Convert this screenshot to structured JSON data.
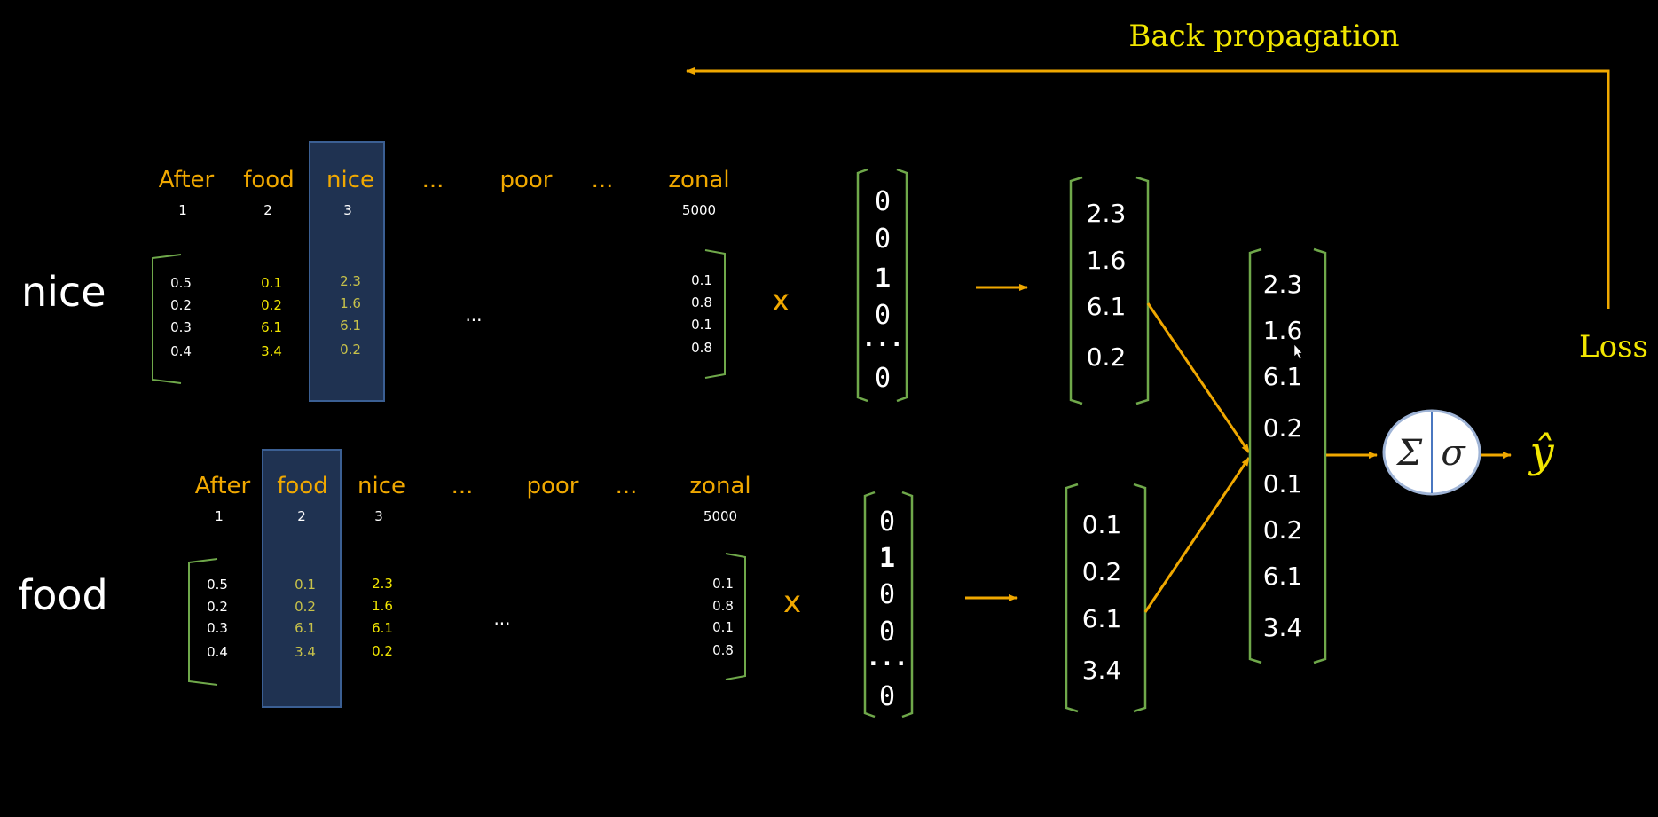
{
  "title": "Back propagation",
  "loss_label": "Loss",
  "x_symbol": "x",
  "sum_symbol": "Σ",
  "sigma_symbol": "σ",
  "output_symbol": "ŷ",
  "ellipsis": "...",
  "rows": [
    {
      "word": "nice",
      "highlight_index": 2,
      "vocab": [
        {
          "word": "After",
          "index": "1"
        },
        {
          "word": "food",
          "index": "2"
        },
        {
          "word": "nice",
          "index": "3"
        },
        {
          "word": "...",
          "index": ""
        },
        {
          "word": "poor",
          "index": ""
        },
        {
          "word": "...",
          "index": ""
        },
        {
          "word": "zonal",
          "index": "5000"
        }
      ],
      "matrix_columns": [
        [
          "0.5",
          "0.2",
          "0.3",
          "0.4"
        ],
        [
          "0.1",
          "0.2",
          "6.1",
          "3.4"
        ],
        [
          "2.3",
          "1.6",
          "6.1",
          "0.2"
        ],
        [
          "0.1",
          "0.8",
          "0.1",
          "0.8"
        ]
      ],
      "onehot": [
        "0",
        "0",
        "1",
        "0",
        "...",
        "0"
      ],
      "embedding": [
        "2.3",
        "1.6",
        "6.1",
        "0.2"
      ]
    },
    {
      "word": "food",
      "highlight_index": 1,
      "vocab": [
        {
          "word": "After",
          "index": "1"
        },
        {
          "word": "food",
          "index": "2"
        },
        {
          "word": "nice",
          "index": "3"
        },
        {
          "word": "...",
          "index": ""
        },
        {
          "word": "poor",
          "index": ""
        },
        {
          "word": "...",
          "index": ""
        },
        {
          "word": "zonal",
          "index": "5000"
        }
      ],
      "matrix_columns": [
        [
          "0.5",
          "0.2",
          "0.3",
          "0.4"
        ],
        [
          "0.1",
          "0.2",
          "6.1",
          "3.4"
        ],
        [
          "2.3",
          "1.6",
          "6.1",
          "0.2"
        ],
        [
          "0.1",
          "0.8",
          "0.1",
          "0.8"
        ]
      ],
      "onehot": [
        "0",
        "1",
        "0",
        "0",
        "...",
        "0"
      ],
      "embedding": [
        "0.1",
        "0.2",
        "6.1",
        "3.4"
      ]
    }
  ],
  "concatenated": [
    "2.3",
    "1.6",
    "6.1",
    "0.2",
    "0.1",
    "0.2",
    "6.1",
    "3.4"
  ],
  "colors": {
    "orange": "#f0a800",
    "yellow": "#f2e600",
    "bracket_green": "#6fa84a",
    "highlight_fill": "#1f3251",
    "highlight_stroke": "#3b5f93"
  }
}
